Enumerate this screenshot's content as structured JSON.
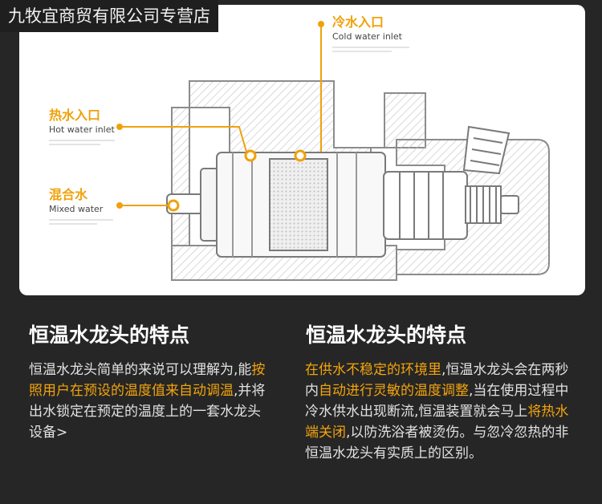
{
  "store": {
    "banner": "九牧宜商贸有限公司专营店"
  },
  "diagram": {
    "callouts": {
      "cold": {
        "zh": "冷水入口",
        "en": "Cold water inlet"
      },
      "hot": {
        "zh": "热水入口",
        "en": "Hot water inlet"
      },
      "mixed": {
        "zh": "混合水",
        "en": "Mixed water"
      }
    },
    "accent_color": "#f0a10a",
    "line_color": "#8c8c8c"
  },
  "left_section": {
    "title": "恒温水龙头的特点",
    "paragraph": [
      {
        "text": "恒温水龙头简单的来说可以理解为,能",
        "highlight": false
      },
      {
        "text": "按照用户在预设的温度值来自动调温",
        "highlight": true
      },
      {
        "text": ",并将出水锁定在预定的温度上的一套水龙头设备>",
        "highlight": false
      }
    ]
  },
  "right_section": {
    "title": "恒温水龙头的特点",
    "paragraph": [
      {
        "text": "在供水不稳定的环境里",
        "highlight": true
      },
      {
        "text": ",恒温水龙头会在两秒内",
        "highlight": false
      },
      {
        "text": "自动进行灵敏的温度调整",
        "highlight": true
      },
      {
        "text": ",当在使用过程中冷水供水出现断流,恒温装置就会马上",
        "highlight": false
      },
      {
        "text": "将热水端关闭",
        "highlight": true
      },
      {
        "text": ",以防洗浴者被烫伤。与忽冷忽热的非恒温水龙头有实质上的区别。",
        "highlight": false
      }
    ]
  },
  "colors": {
    "background": "#262626",
    "highlight": "#f3a40c",
    "title": "#ffffff"
  }
}
